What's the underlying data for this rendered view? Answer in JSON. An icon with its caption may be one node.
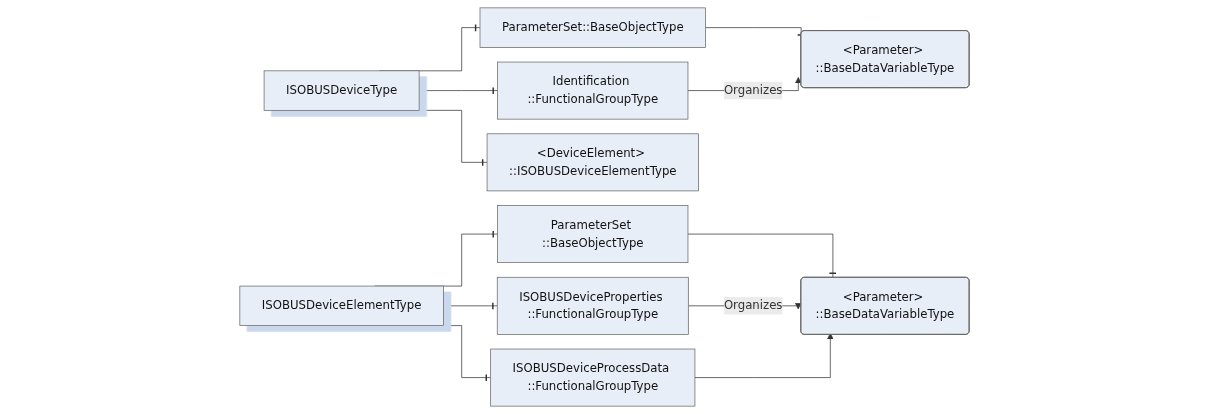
{
  "diagram": {
    "nodes": [
      {
        "text": [
          "ISOBUSDeviceType"
        ]
      },
      {
        "text": [
          "ParameterSet::BaseObjectType"
        ]
      },
      {
        "text": [
          "<Parameter> ::BaseDataVariableType"
        ]
      },
      {
        "text": [
          "Identification ::FunctionalGroupType"
        ]
      },
      {
        "text": [
          "<DeviceElement> ::ISOBUSDeviceElementType"
        ]
      },
      {
        "text": [
          "ISOBUSDeviceElementType"
        ]
      },
      {
        "text": [
          "ParameterSet ::BaseObjectType"
        ]
      },
      {
        "text": [
          "<Parameter> ::BaseDataVariableType"
        ]
      },
      {
        "text": [
          "ISOBUSDeviceProperties ::FunctionalGroupType"
        ]
      },
      {
        "text": [
          "ISOBUSDeviceProcessData ::FunctionalGroupType"
        ]
      }
    ],
    "edges": [
      {
        "from": 0,
        "to": 1,
        "arrow": "other"
      },
      {
        "from": 0,
        "to": 3,
        "arrow": "other"
      },
      {
        "from": 0,
        "to": 4,
        "arrow": "other"
      },
      {
        "from": 1,
        "to": 2,
        "arrow": "other"
      },
      {
        "from": 3,
        "to": 2,
        "arrow": "to",
        "label": "Organizes"
      },
      {
        "from": 5,
        "to": 6,
        "arrow": "other"
      },
      {
        "from": 5,
        "to": 8,
        "arrow": "other"
      },
      {
        "from": 5,
        "to": 9,
        "arrow": "other"
      },
      {
        "from": 6,
        "to": 7,
        "arrow": "other"
      },
      {
        "from": 8,
        "to": 7,
        "arrow": "to",
        "label": "Organizes"
      },
      {
        "from": 9,
        "to": 7,
        "arrow": "to"
      }
    ]
  }
}
